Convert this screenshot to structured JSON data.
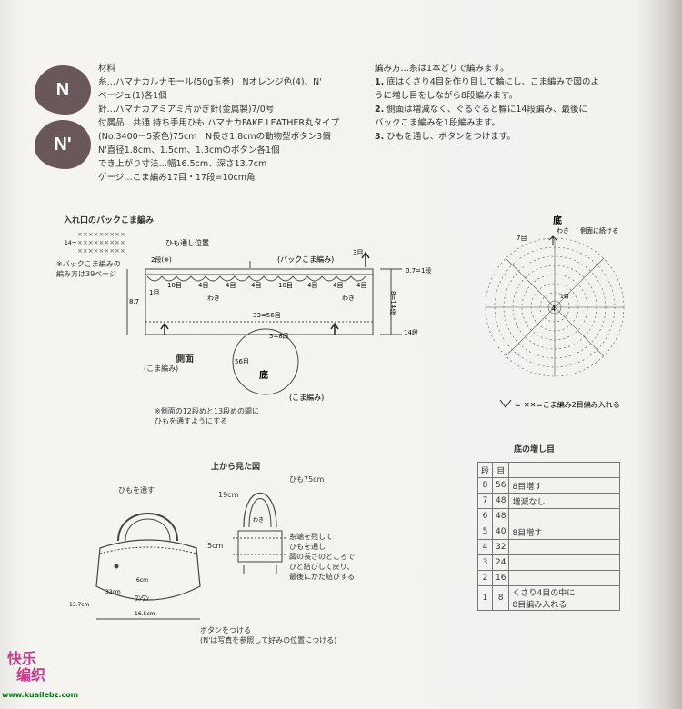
{
  "badges": {
    "n": "N",
    "n_prime": "N'"
  },
  "materials": {
    "heading": "材料",
    "lines": [
      "糸…ハマナカルナモール(50g玉巻)　Nオレンジ色(4)、N'",
      "ベージュ(1)各1個",
      "針…ハマナカアミアミ片かぎ針(金属製)7/0号",
      "付属品…共通 持ち手用ひも ハマナカFAKE LEATHER丸タイプ",
      "(No.3400ー5茶色)75cm　N長さ1.8cmの動物型ボタン3個",
      "N'直径1.8cm、1.5cm、1.3cmのボタン各1個",
      "でき上がり寸法…幅16.5cm、深さ13.7cm",
      "ゲージ…こま編み17目・17段=10cm角"
    ]
  },
  "method": {
    "heading": "編み方…糸は1本どりで編みます。",
    "steps": [
      {
        "num": "1.",
        "text": "底はくさり4目を作り目して輪にし、こま編みで図のよ"
      },
      {
        "num": "",
        "text": "うに増し目をしながら8段編みます。"
      },
      {
        "num": "2.",
        "text": "側面は増減なく、ぐるぐると輪に14段編み、最後に"
      },
      {
        "num": "",
        "text": "バックこま編みを1段編みます。"
      },
      {
        "num": "3.",
        "text": "ひもを通し、ボタンをつけます。"
      }
    ]
  },
  "back_sc": {
    "title": "入れ口のバックこま編み",
    "row_label": "14ー",
    "note1": "※バックこま編みの",
    "note2": "編み方は39ページ"
  },
  "side": {
    "cord_position": "ひも通し位置",
    "back_sc": "(バックこま編み)",
    "row_2": "2段(※)",
    "row_1": "1目",
    "n10": "10目",
    "n4": "4目",
    "n3": "3目",
    "waki": "わき",
    "total": "33=56目",
    "height": "8.7",
    "right_first": "0.7=1段",
    "right_rows": "8=14段",
    "right_label": "14段",
    "name": "側面",
    "name_sub": "(こま編み)",
    "note1": "※側面の12段めと13段めの間に",
    "note2": "ひもを通すようにする"
  },
  "bottom": {
    "rows": "5=8段",
    "stitches": "56目",
    "name": "底",
    "name_sub": "(こま編み)"
  },
  "diagram": {
    "title": "底",
    "waki": "わき",
    "continue": "側面に続ける",
    "label_7": "7目",
    "label_1": "1目",
    "label_4": "4",
    "legend": "=こま編み2目編み入れる"
  },
  "top_view": {
    "title": "上から見た図",
    "cord_through": "ひもを通す",
    "cord_len": "ひも75cm",
    "h19": "19cm",
    "w5": "5cm",
    "waki": "わき",
    "note1": "糸端を残して",
    "note2": "ひもを通し",
    "note3": "図の長さのところで",
    "note4": "ひと結びして戻り、",
    "note5": "最後にかた結びする",
    "d6": "6cm",
    "d33": "33cm",
    "d137": "13.7cm",
    "d165": "16.5cm",
    "button1": "ボタンをつける",
    "button2": "(N'は写真を参照して好みの位置につける)"
  },
  "increase_table": {
    "title": "底の増し目",
    "headers": [
      "段",
      "目",
      ""
    ],
    "rows": [
      {
        "row": "8",
        "st": "56",
        "note": "8目増す"
      },
      {
        "row": "7",
        "st": "48",
        "note": "増減なし"
      },
      {
        "row": "6",
        "st": "48",
        "note": ""
      },
      {
        "row": "5",
        "st": "40",
        "note": "8目増す"
      },
      {
        "row": "4",
        "st": "32",
        "note": ""
      },
      {
        "row": "3",
        "st": "24",
        "note": ""
      },
      {
        "row": "2",
        "st": "16",
        "note": ""
      },
      {
        "row": "1",
        "st": "8",
        "note": "くさり4目の中に"
      }
    ],
    "last_note2": "8目編み入れる"
  },
  "watermark": {
    "cn1": "快乐",
    "cn2": "编织",
    "url": "www.kuailebz.com"
  }
}
